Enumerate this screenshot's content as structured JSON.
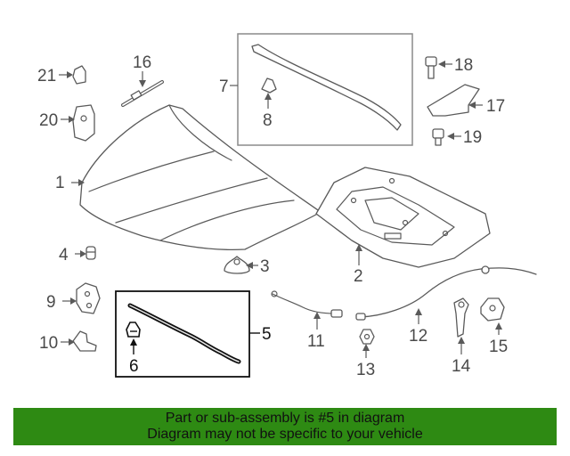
{
  "callouts": {
    "c1": "1",
    "c2": "2",
    "c3": "3",
    "c4": "4",
    "c5": "5",
    "c6": "6",
    "c7": "7",
    "c8": "8",
    "c9": "9",
    "c10": "10",
    "c11": "11",
    "c12": "12",
    "c13": "13",
    "c14": "14",
    "c15": "15",
    "c16": "16",
    "c17": "17",
    "c18": "18",
    "c19": "19",
    "c20": "20",
    "c21": "21"
  },
  "highlight_callouts": [
    "5",
    "6"
  ],
  "banner": {
    "line1": "Part or sub-assembly is #5 in diagram",
    "line2": "Diagram may not be specific to your vehicle",
    "background": "#2e8a13"
  },
  "colors": {
    "line_art": "#5a5a5a",
    "highlight": "#111111"
  }
}
